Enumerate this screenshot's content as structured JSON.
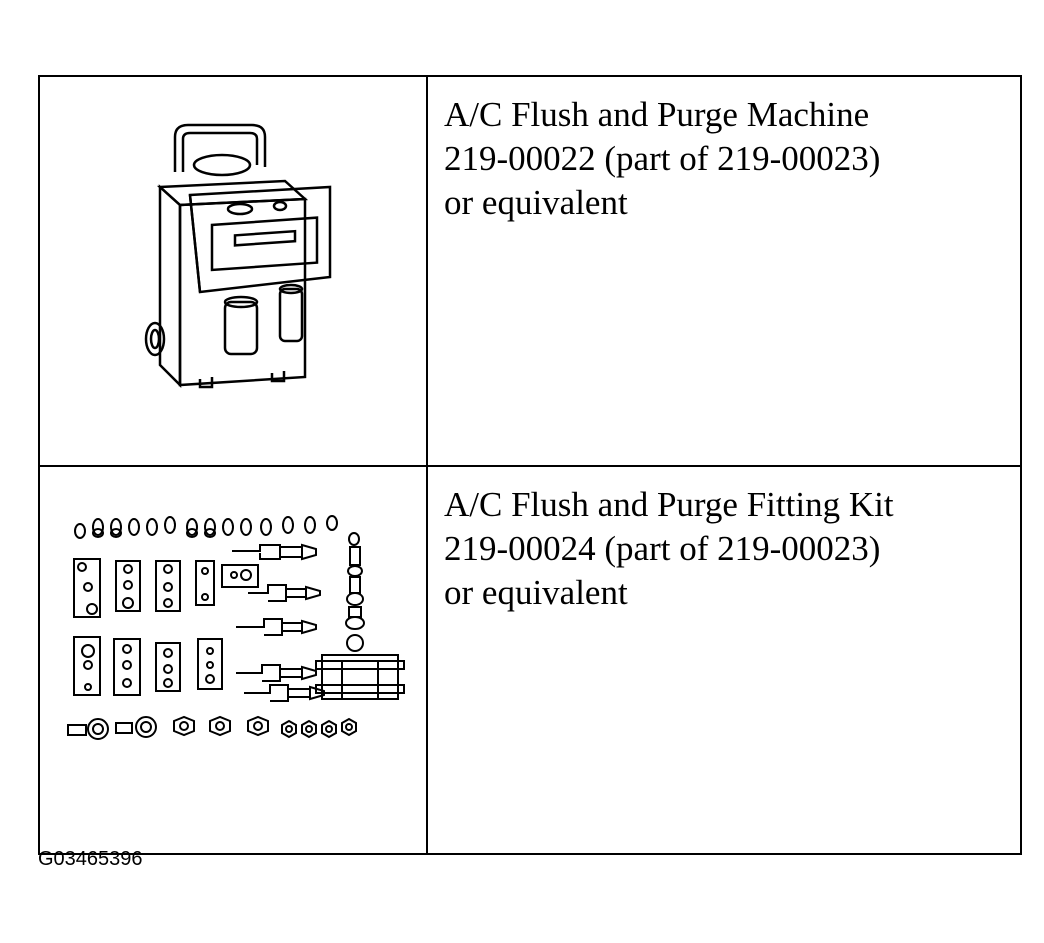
{
  "rows": [
    {
      "icon": "flush-purge-machine-icon",
      "lines": [
        "A/C Flush and Purge Machine",
        "219-00022 (part of 219-00023)",
        "or equivalent"
      ]
    },
    {
      "icon": "fitting-kit-icon",
      "lines": [
        "A/C Flush and Purge Fitting Kit",
        "219-00024 (part of 219-00023)",
        "or equivalent"
      ]
    }
  ],
  "figure_id": "G03465396"
}
